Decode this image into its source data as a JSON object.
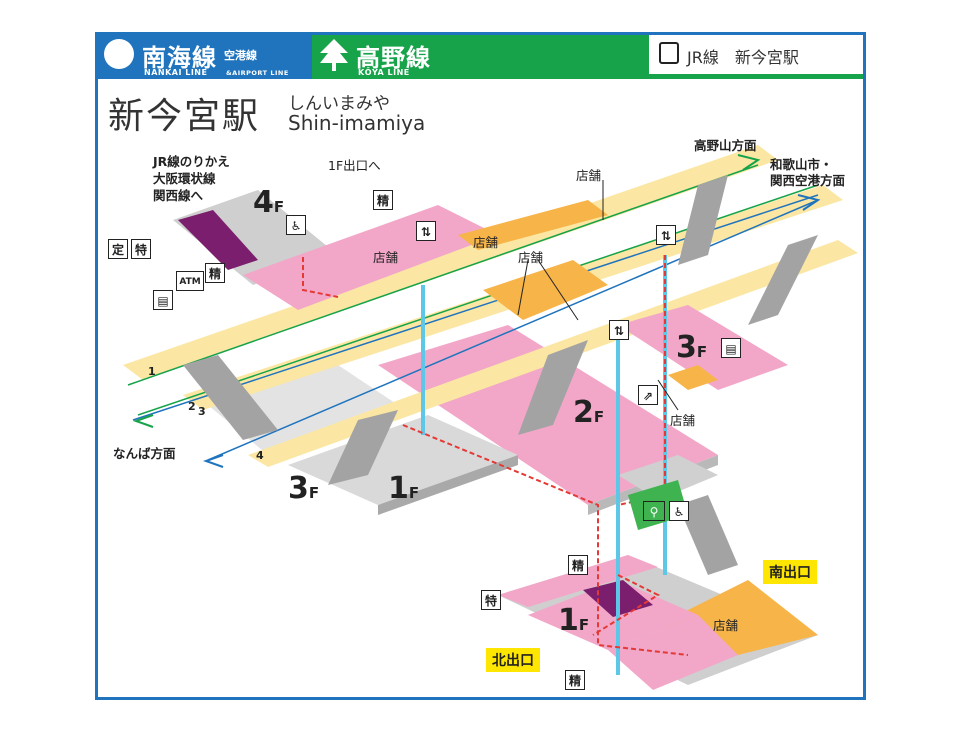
{
  "header": {
    "nankai": {
      "title": "南海線",
      "sub": "空港線",
      "en": "NANKAI LINE",
      "en_sub": "&AIRPORT LINE",
      "color": "#1f74bd"
    },
    "koya": {
      "title": "高野線",
      "en": "KŌYA LINE",
      "color": "#16a34a"
    },
    "jr": {
      "text": "JR線　新今宮駅"
    }
  },
  "station": {
    "name": "新今宮駅",
    "kana": "しんいまみや",
    "roman": "Shin-imamiya"
  },
  "labels": {
    "jr_transfer": [
      "JR線のりかえ",
      "大阪環状線",
      "関西線へ"
    ],
    "exit_1f": "1F出口へ",
    "koya_dir": "高野山方面",
    "wakayama_dir": [
      "和歌山市・",
      "関西空港方面"
    ],
    "namba_dir": "なんば方面",
    "shop": "店舗",
    "seisan": "精",
    "teiki": "定",
    "tokkyu": "特",
    "atm": "ATM",
    "north_exit": "北出口",
    "south_exit": "南出口"
  },
  "floors": {
    "f4": "4",
    "f3": "3",
    "f2": "2",
    "f1": "1",
    "unit": "F"
  },
  "platforms": {
    "p1": "1",
    "p2": "2",
    "p3": "3",
    "p4": "4"
  },
  "colors": {
    "nankai_blue": "#1f74bd",
    "koya_green": "#16a34a",
    "concourse_pink": "#f2a7c9",
    "platform_yellow": "#fbe7a3",
    "shop_orange": "#f7b448",
    "route_red": "#e53935",
    "gate_purple": "#7b1e6e",
    "exit_yellow": "#ffe600"
  }
}
